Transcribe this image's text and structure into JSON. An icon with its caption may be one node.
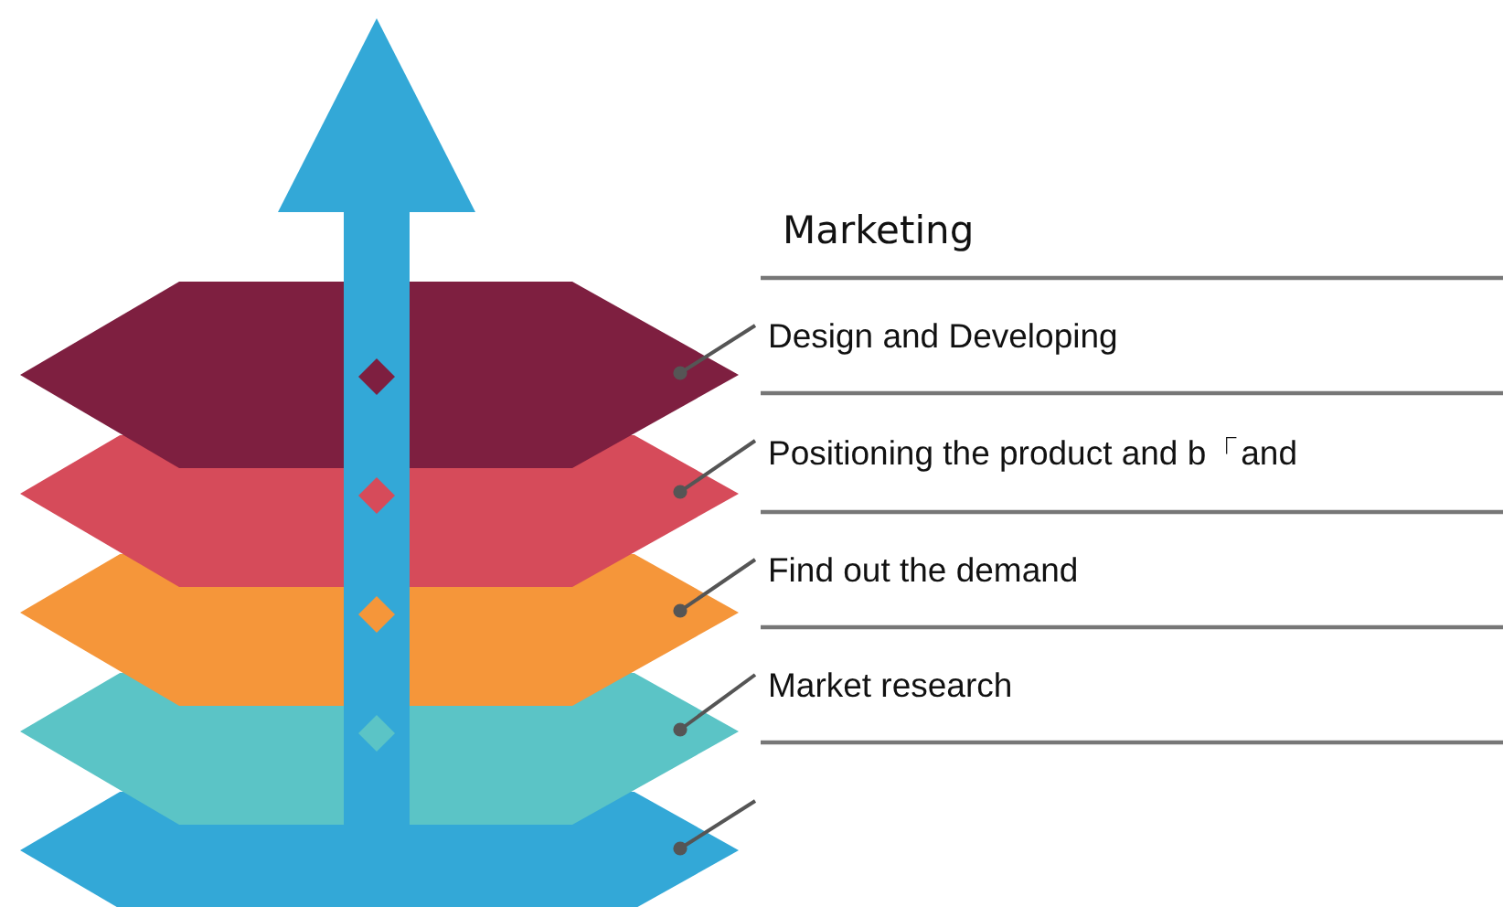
{
  "diagram": {
    "nodes": [
      {
        "text": [],
        "shape": "hexagon"
      },
      {
        "text": [],
        "shape": "hexagon"
      },
      {
        "text": [],
        "shape": "hexagon"
      },
      {
        "text": [],
        "shape": "hexagon"
      },
      {
        "text": [],
        "shape": "hexagon"
      },
      {
        "text": [
          "Design and Developing"
        ]
      },
      {
        "text": [
          "Positioning the product and b「and"
        ]
      },
      {
        "text": [
          "Find out the demand"
        ]
      },
      {
        "text": [
          "Market research"
        ]
      }
    ],
    "edges": [
      {
        "from": 5,
        "to": 0,
        "arrow": "other"
      },
      {
        "from": 6,
        "to": 1,
        "arrow": "other"
      },
      {
        "from": 7,
        "to": 2,
        "arrow": "other"
      },
      {
        "from": 8,
        "to": 3,
        "arrow": "other"
      },
      {
        "from": null,
        "to": 4,
        "arrow": "other"
      }
    ],
    "labels": [
      "Marketing"
    ]
  }
}
